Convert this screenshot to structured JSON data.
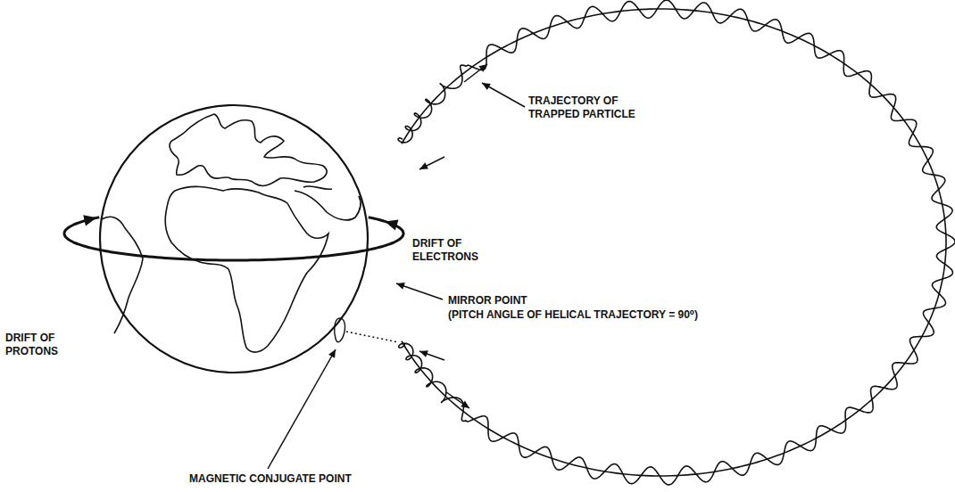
{
  "diagram": {
    "labels": [
      "TRAJECTORY OF TRAPPED PARTICLE",
      "MIRROR POINT",
      "(PITCH ANGLE OF HELICAL TRAJECTORY = 90⁰)",
      "DRIFT OF ELECTRONS",
      "DRIFT OF PROTONS",
      "MAGNETIC CONJUGATE POINT"
    ]
  }
}
